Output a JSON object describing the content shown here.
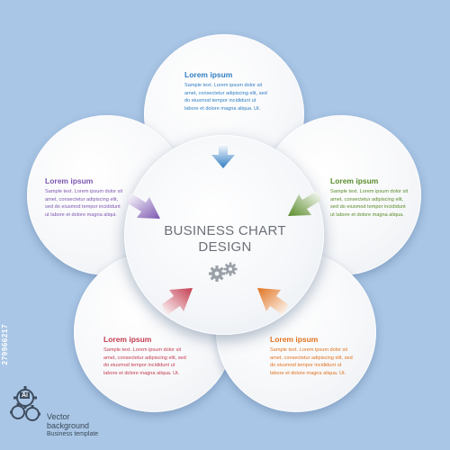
{
  "diagram": {
    "center": {
      "title_line1": "BUSINESS CHART",
      "title_line2": "DESIGN",
      "icon": "gears-icon"
    },
    "petals": [
      {
        "id": "top",
        "color": "#2f7dc2",
        "title": "Lorem ipsum",
        "lines": [
          "Sample text. Lorem ipsum dolor sit",
          "amet, consectetur adipiscing elit, sed",
          "do eiusmod tempor incididunt ut",
          "labore et dolore magna aliqua. Ut."
        ]
      },
      {
        "id": "left",
        "color": "#7c56b0",
        "title": "Lorem ipsum",
        "lines": [
          "Sample text. Lorem ipsum dolor sit",
          "amet, consectetur adipiscing elit,",
          "sed do eiusmod tempor incididunt",
          "ut labore et dolore magna aliqui."
        ]
      },
      {
        "id": "right",
        "color": "#5a8b2a",
        "title": "Lorem ipsum",
        "lines": [
          "Sample text. Lorem ipsum dolor sit",
          "amet, consectetur adipiscing elit,",
          "sed do eiusmod tempor incididunt",
          "ut labore et dolore magna aliqua."
        ]
      },
      {
        "id": "bottom-left",
        "color": "#c43c4f",
        "title": "Lorem ipsum",
        "lines": [
          "Sample text. Lorem ipsum dolor sit",
          "amet, consectetur adipiscing elit, sed",
          "do eiusmod tempor incididunt ut",
          "labore et dolore magna aliqua. Ut."
        ]
      },
      {
        "id": "bottom-right",
        "color": "#e0731f",
        "title": "Lorem ipsum",
        "lines": [
          "Sample text. Lorem ipsum dolor sit",
          "amet, consectetur adipiscing elit, sed",
          "do eiusmod tempor incididunt ut",
          "labore et dolore magna aliqua. Ut."
        ]
      }
    ]
  },
  "footer": {
    "logo_text": "Ai",
    "line1": "Vector",
    "line2": "background",
    "line3": "Business template"
  },
  "stock_id": "279966217",
  "background_color": "#a9c6e6"
}
